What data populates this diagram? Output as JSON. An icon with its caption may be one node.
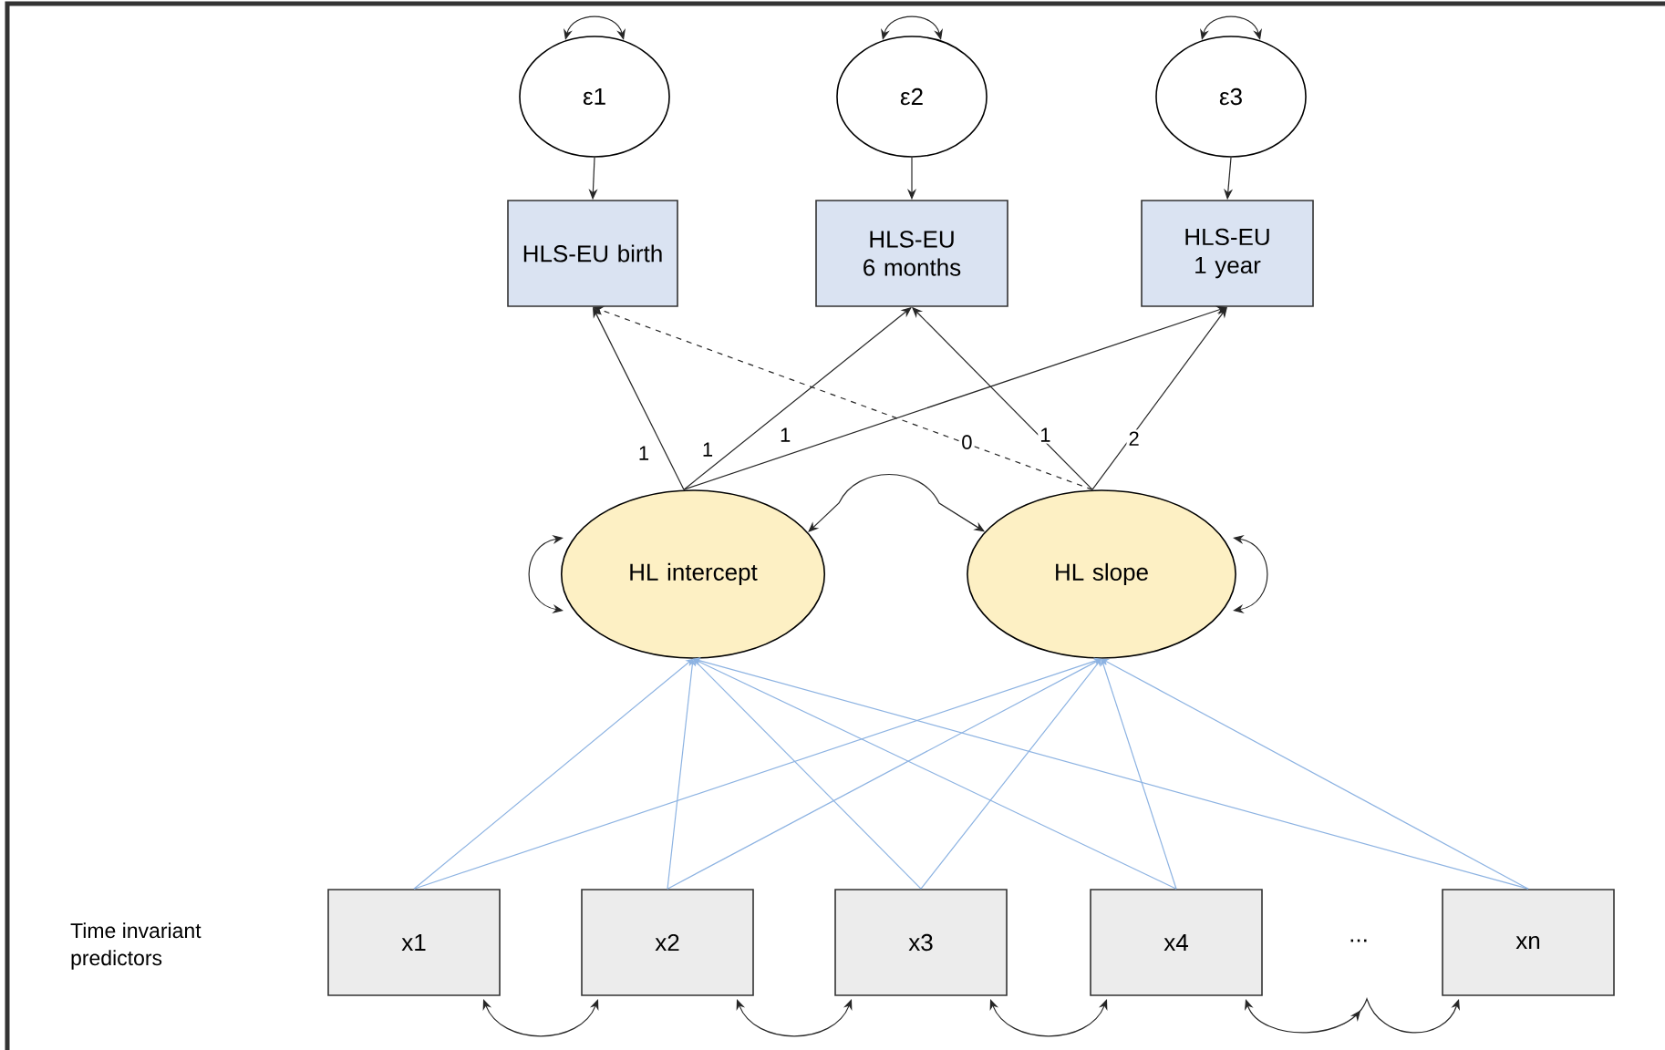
{
  "diagram": {
    "nodes": [
      {
        "text": [
          "ε1"
        ]
      },
      {
        "text": [
          "ε2"
        ]
      },
      {
        "text": [
          "ε3"
        ]
      },
      {
        "text": [
          "HLS-EU birth"
        ]
      },
      {
        "text": [
          "HLS-EU 6 months"
        ]
      },
      {
        "text": [
          "HLS-EU 1 year"
        ]
      },
      {
        "text": [
          "HL intercept"
        ]
      },
      {
        "text": [
          "HL slope"
        ]
      },
      {
        "text": [
          "x1"
        ]
      },
      {
        "text": [
          "x2"
        ]
      },
      {
        "text": [
          "x3"
        ]
      },
      {
        "text": [
          "x4"
        ]
      },
      {
        "text": [
          "xn"
        ]
      }
    ],
    "edges": [
      {
        "from": 0,
        "to": 0,
        "arrow": "both"
      },
      {
        "from": 1,
        "to": 1,
        "arrow": "both"
      },
      {
        "from": 2,
        "to": 2,
        "arrow": "both"
      },
      {
        "from": 0,
        "to": 3,
        "arrow": "to"
      },
      {
        "from": 1,
        "to": 4,
        "arrow": "to"
      },
      {
        "from": 2,
        "to": 5,
        "arrow": "to"
      },
      {
        "from": 6,
        "to": 3,
        "arrow": "to",
        "label": "1"
      },
      {
        "from": 6,
        "to": 4,
        "arrow": "to",
        "label": "1"
      },
      {
        "from": 6,
        "to": 5,
        "arrow": "to",
        "label": "1"
      },
      {
        "from": 7,
        "to": 3,
        "arrow": "to",
        "label": "0",
        "style": "dashed"
      },
      {
        "from": 7,
        "to": 4,
        "arrow": "to",
        "label": "1"
      },
      {
        "from": 7,
        "to": 5,
        "arrow": "to",
        "label": "2"
      },
      {
        "from": 6,
        "to": 6,
        "arrow": "both"
      },
      {
        "from": 7,
        "to": 7,
        "arrow": "both"
      },
      {
        "from": 6,
        "to": 7,
        "arrow": "both"
      },
      {
        "from": 8,
        "to": 6,
        "arrow": "to",
        "color": "#8db3e2"
      },
      {
        "from": 8,
        "to": 7,
        "arrow": "to",
        "color": "#8db3e2"
      },
      {
        "from": 9,
        "to": 6,
        "arrow": "to",
        "color": "#8db3e2"
      },
      {
        "from": 9,
        "to": 7,
        "arrow": "to",
        "color": "#8db3e2"
      },
      {
        "from": 10,
        "to": 6,
        "arrow": "to",
        "color": "#8db3e2"
      },
      {
        "from": 10,
        "to": 7,
        "arrow": "to",
        "color": "#8db3e2"
      },
      {
        "from": 11,
        "to": 6,
        "arrow": "to",
        "color": "#8db3e2"
      },
      {
        "from": 11,
        "to": 7,
        "arrow": "to",
        "color": "#8db3e2"
      },
      {
        "from": 12,
        "to": 6,
        "arrow": "to",
        "color": "#8db3e2"
      },
      {
        "from": 12,
        "to": 7,
        "arrow": "to",
        "color": "#8db3e2"
      },
      {
        "from": 8,
        "to": 9,
        "arrow": "both"
      },
      {
        "from": 9,
        "to": 10,
        "arrow": "both"
      },
      {
        "from": 10,
        "to": 11,
        "arrow": "both"
      },
      {
        "from": 11,
        "to": 12,
        "arrow": "both"
      }
    ],
    "labels": [
      "Time invariant predictors",
      "..."
    ]
  }
}
